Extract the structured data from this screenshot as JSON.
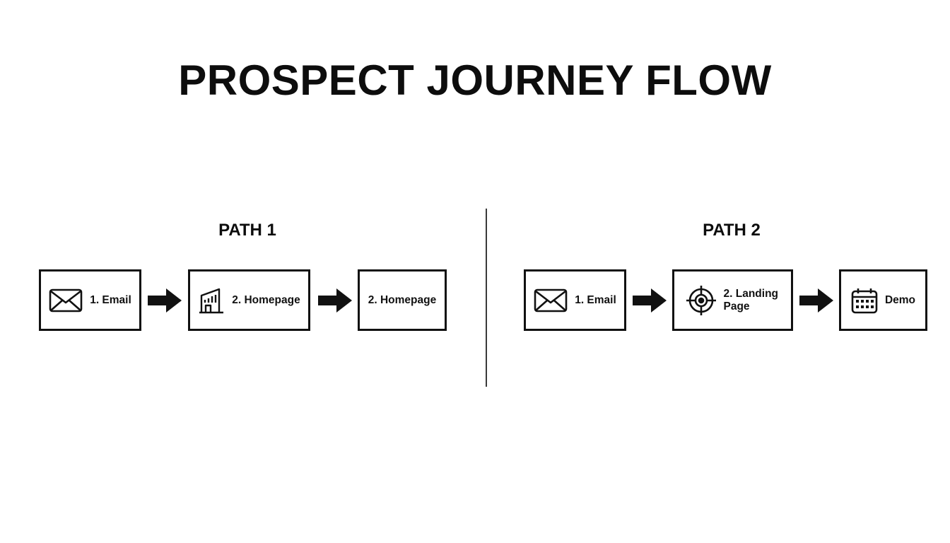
{
  "title": "PROSPECT JOURNEY FLOW",
  "paths": [
    {
      "label": "PATH 1",
      "steps": [
        {
          "label": "1. Email",
          "icon": "envelope-icon"
        },
        {
          "label": "2. Homepage",
          "icon": "building-icon"
        },
        {
          "label": "2. Homepage",
          "icon": ""
        }
      ]
    },
    {
      "label": "PATH 2",
      "steps": [
        {
          "label": "1. Email",
          "icon": "envelope-icon"
        },
        {
          "label": "2. Landing Page",
          "icon": "target-icon"
        },
        {
          "label": "Demo",
          "icon": "calendar-icon"
        }
      ]
    }
  ],
  "colors": {
    "stroke": "#111111",
    "background": "#ffffff"
  }
}
